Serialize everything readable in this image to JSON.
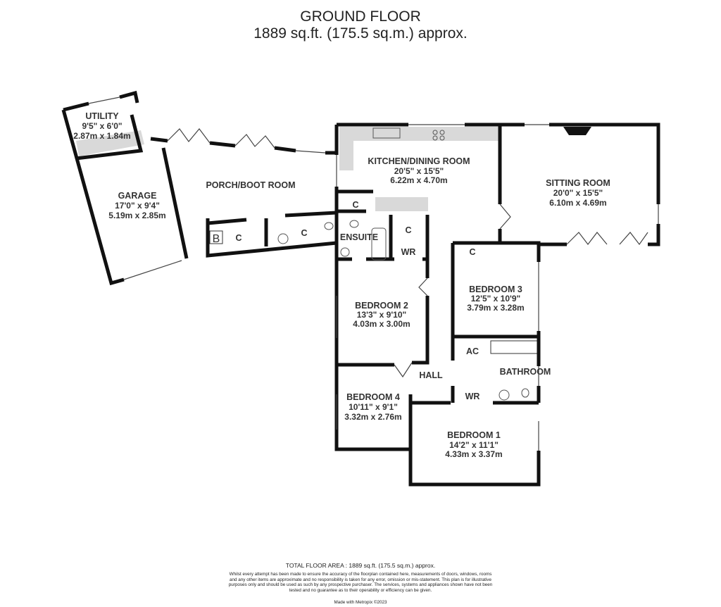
{
  "header": {
    "title": "GROUND FLOOR",
    "subtitle": "1889 sq.ft. (175.5 sq.m.) approx."
  },
  "rooms": {
    "utility": {
      "name": "UTILITY",
      "imperial": "9'5\"  x 6'0\"",
      "metric": "2.87m  x 1.84m"
    },
    "garage": {
      "name": "GARAGE",
      "imperial": "17'0\"  x 9'4\"",
      "metric": "5.19m  x 2.85m"
    },
    "porch": {
      "name": "PORCH/BOOT ROOM"
    },
    "kitchen": {
      "name": "KITCHEN/DINING ROOM",
      "imperial": "20'5\"  x 15'5\"",
      "metric": "6.22m  x 4.70m"
    },
    "sitting": {
      "name": "SITTING ROOM",
      "imperial": "20'0\"  x 15'5\"",
      "metric": "6.10m  x 4.69m"
    },
    "bedroom3": {
      "name": "BEDROOM 3",
      "imperial": "12'5\"  x 10'9\"",
      "metric": "3.79m  x 3.28m"
    },
    "bedroom2": {
      "name": "BEDROOM 2",
      "imperial": "13'3\"  x 9'10\"",
      "metric": "4.03m  x 3.00m"
    },
    "bedroom4": {
      "name": "BEDROOM 4",
      "imperial": "10'11\"  x 9'1\"",
      "metric": "3.32m  x 2.76m"
    },
    "bedroom1": {
      "name": "BEDROOM 1",
      "imperial": "14'2\"  x 11'1\"",
      "metric": "4.33m  x 3.37m"
    },
    "hall": {
      "name": "HALL"
    },
    "bathroom": {
      "name": "BATHROOM"
    },
    "ensuite": {
      "name": "ENSUITE"
    },
    "ac": {
      "name": "AC"
    },
    "wr": {
      "name": "WR"
    },
    "cupboard": {
      "name": "C"
    },
    "boiler": {
      "name": "B"
    }
  },
  "footer": {
    "total": "TOTAL FLOOR AREA : 1889 sq.ft. (175.5 sq.m.) approx.",
    "disclaimer": "Whilst every attempt has been made to ensure the accuracy of the floorplan contained here, measurements of doors, windows, rooms and any other items are approximate and no responsibility is taken for any error, omission or mis-statement. This plan is for illustrative purposes only and should be used as such by any prospective purchaser. The services, systems and appliances shown have not been tested and no guarantee as to their operability or efficiency can be given.",
    "made_with": "Made with Metropix ©2023"
  },
  "colors": {
    "wall": "#111111",
    "fitted_units": "#d9d9d9"
  }
}
